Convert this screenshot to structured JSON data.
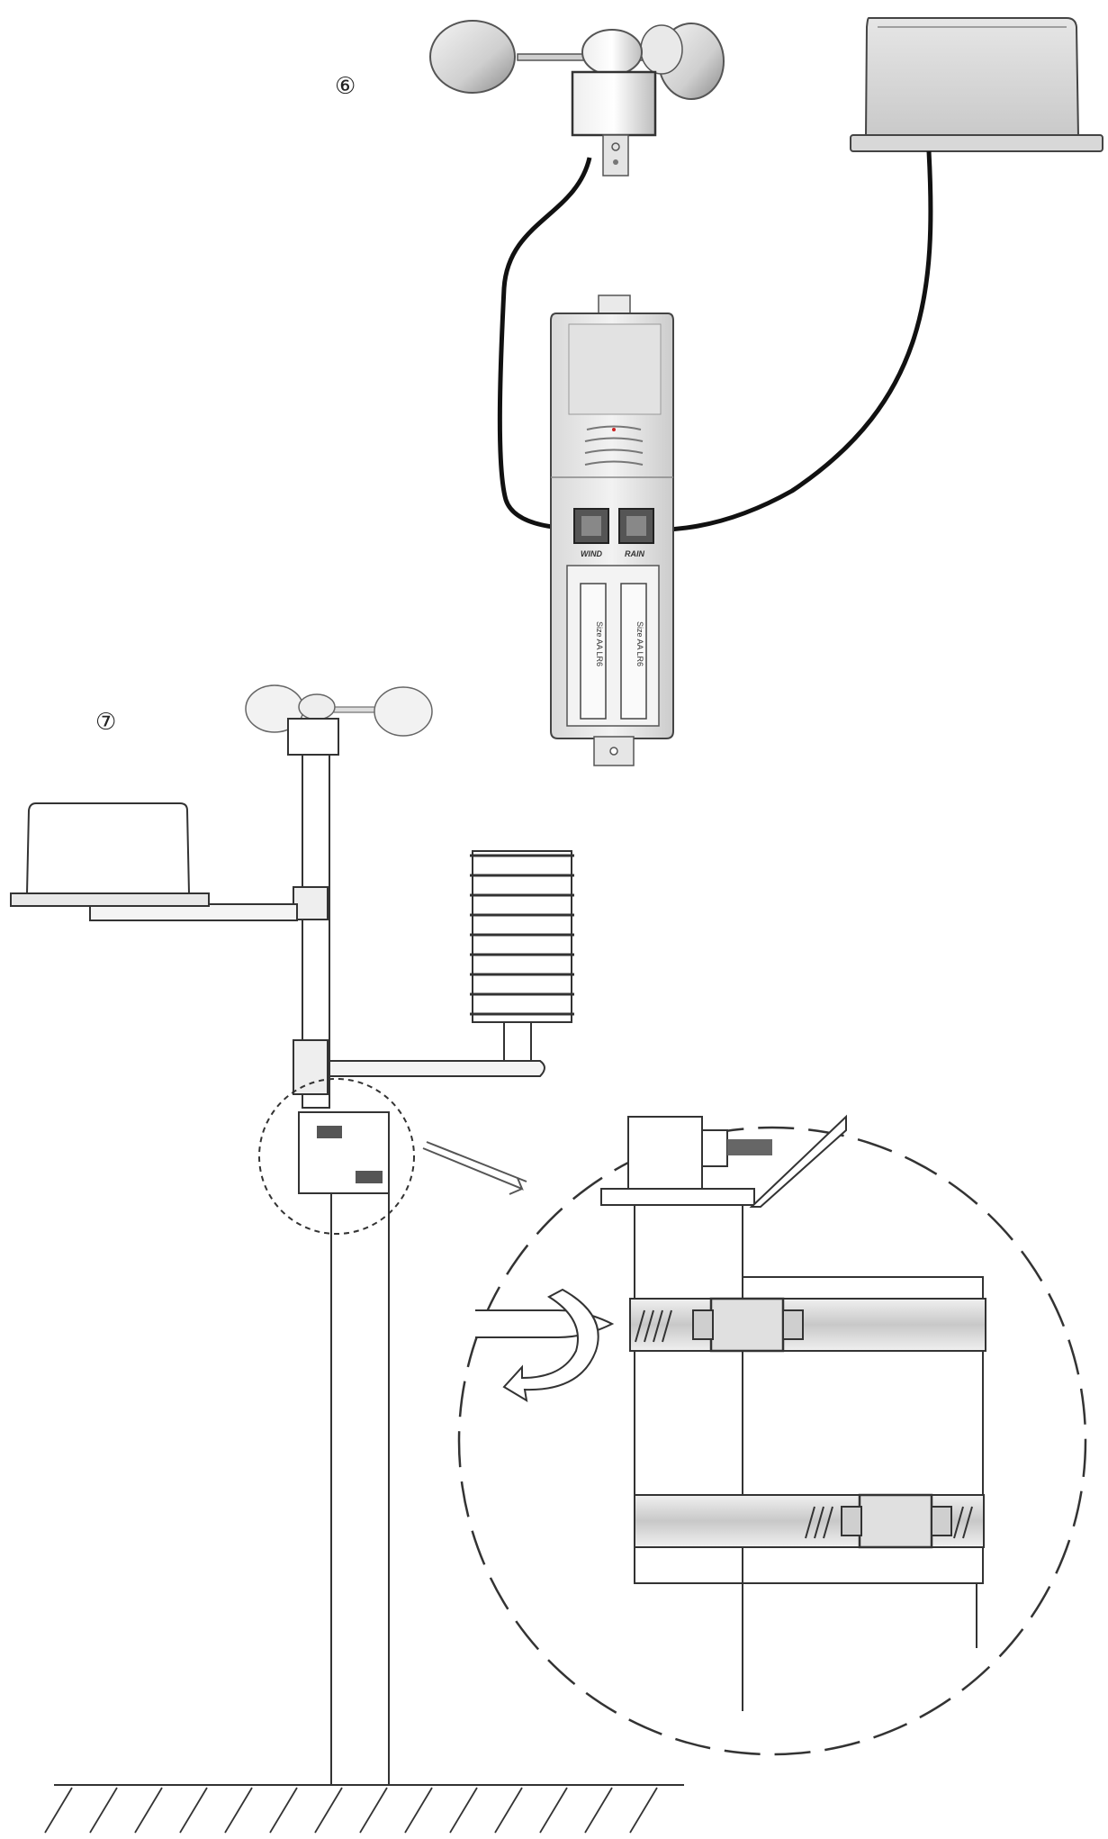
{
  "steps": {
    "step_6": "⑥",
    "step_7": "⑦"
  },
  "transmitter": {
    "port_wind": "WIND",
    "port_rain": "RAIN",
    "battery_1": "Size AA LR6",
    "battery_2": "Size AA LR6"
  }
}
